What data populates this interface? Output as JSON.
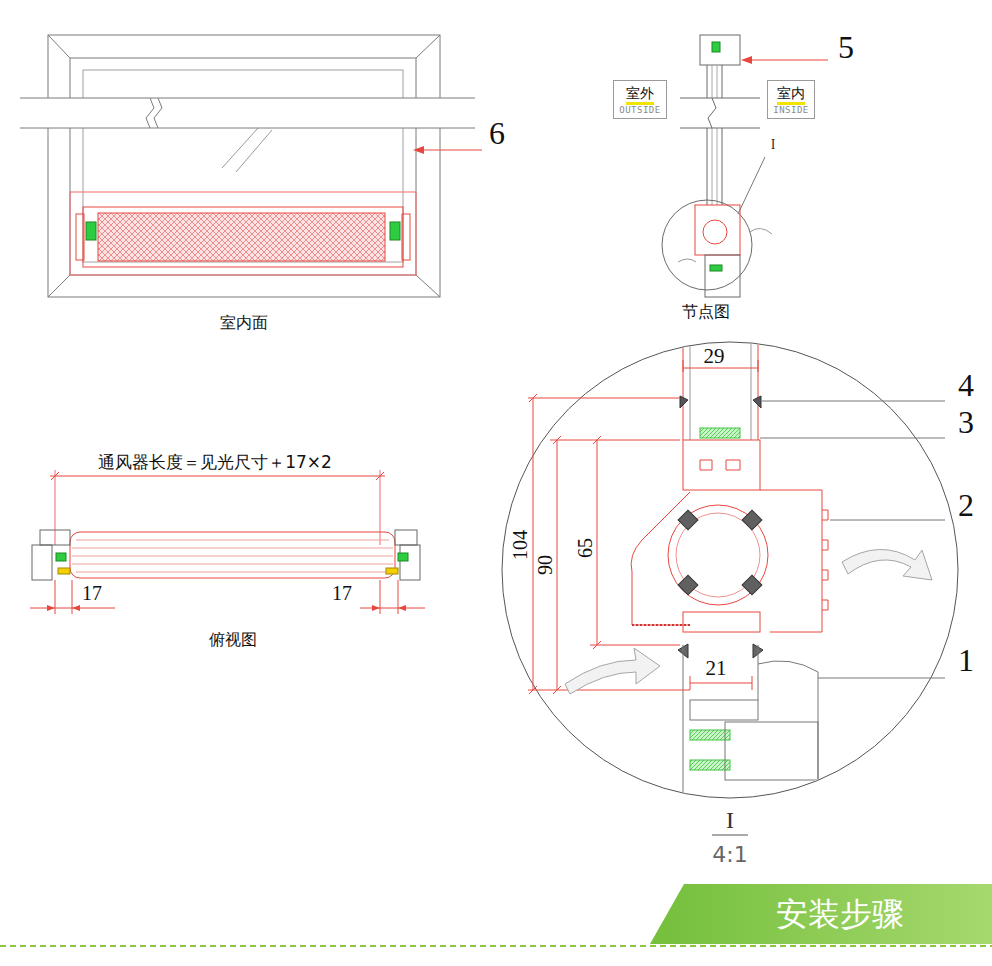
{
  "diagram": {
    "nodes": [
      {
        "text": [
          "室外",
          "OUTSIDE"
        ]
      },
      {
        "text": [
          "室内",
          "INSIDE"
        ]
      },
      {
        "text": [
          "安装步骤"
        ]
      }
    ],
    "labels": [
      "5",
      "6",
      "I",
      "室内面",
      "节点图",
      "29",
      "4",
      "3",
      "通风器长度＝见光尺寸＋17×2",
      "2",
      "104",
      "90",
      "65",
      "17",
      "17",
      "俯视图",
      "21",
      "1",
      "I",
      "4:1"
    ]
  }
}
